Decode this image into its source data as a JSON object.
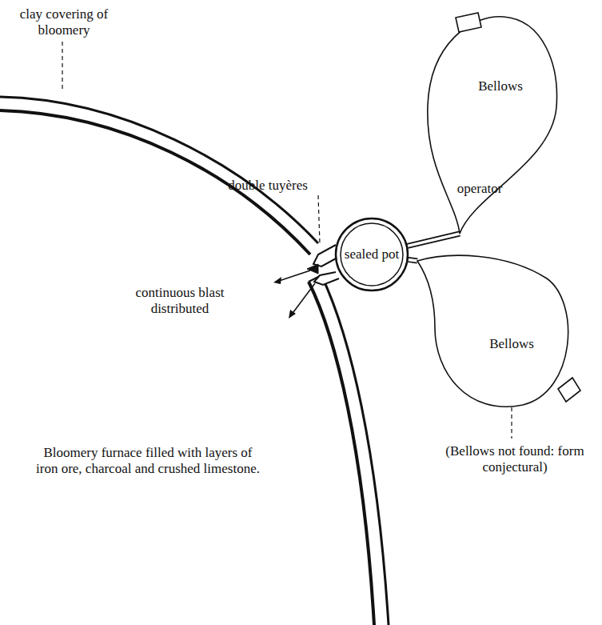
{
  "diagram": {
    "nodes": [
      {
        "text": [
          "Bellows"
        ]
      },
      {
        "text": [
          "sealed pot"
        ]
      },
      {
        "text": [
          "Bellows"
        ]
      }
    ],
    "edges": [
      {
        "from": 0,
        "to": 1,
        "arrow": "none"
      },
      {
        "from": 2,
        "to": 1,
        "arrow": "none"
      }
    ],
    "labels": [
      "clay covering of bloomery",
      "double tuyères",
      "operator",
      "continuous blast distributed",
      "(Bellows not found: form conjectural)",
      "Bloomery furnace filled with layers of iron ore, charcoal and crushed limestone."
    ]
  }
}
